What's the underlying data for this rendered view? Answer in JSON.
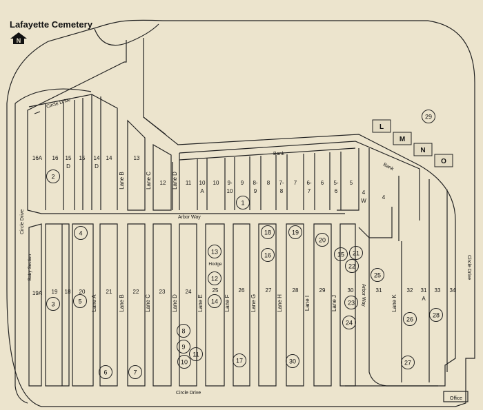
{
  "title": "Lafayette Cemetery",
  "north_icon": "north-arrow-icon",
  "north_label": "N",
  "colors": {
    "background": "#ece4cd",
    "line": "#222222",
    "letter_box": "#e4dcc4"
  },
  "streets": {
    "circle_drive_top": "Circle Drive",
    "circle_drive_left": "Circle Drive",
    "circle_drive_right": "Circle Drive",
    "circle_drive_bottom": "Circle Drive",
    "arbor_way": "Arbor Way",
    "arbor_way_vertical": "Arbor Way",
    "bank_top": "Bank",
    "bank_right": "Bank"
  },
  "section_labels": {
    "s16A": "16A",
    "s16": "16",
    "s15D": "15\nD",
    "s15": "15",
    "s14D": "14\nD",
    "s14": "14",
    "s13": "13",
    "laneB_top": "Lane B",
    "laneC_top": "Lane C",
    "s12": "12",
    "laneD_top": "Lane D",
    "s11": "11",
    "s10A": "10\nA",
    "s10": "10",
    "s9_10": "9-\n10",
    "s9": "9",
    "s8_9": "8-\n9",
    "s8": "8",
    "s7_8": "7-\n8",
    "s7": "7",
    "s6_7": "6-\n7",
    "s6": "6",
    "s5_6": "5-\n6",
    "s5": "5",
    "s4W": "4\nW",
    "s4": "4",
    "baby": "Baby Section",
    "s19A": "19A",
    "s19": "19",
    "s18": "18",
    "s20": "20",
    "laneA": "Lane A",
    "s21": "21",
    "laneB": "Lane B",
    "s22": "22",
    "laneC": "Lane C",
    "s23": "23",
    "laneD": "Lane D",
    "s24": "24",
    "laneE": "Lane E",
    "hodge": "Hodge",
    "s25": "25",
    "laneF": "Lane F",
    "s26": "26",
    "laneG": "Lane G",
    "s27": "27",
    "laneH": "Lane H",
    "s28": "28",
    "laneI": "Lane I",
    "s29": "29",
    "laneJ": "Lane J",
    "s30": "30",
    "s31": "31",
    "laneK": "Lane K",
    "s32": "32",
    "s31A": "31\nA",
    "s33": "33",
    "s34": "34"
  },
  "letter_boxes": [
    "L",
    "M",
    "N",
    "O"
  ],
  "markers": [
    "1",
    "2",
    "3",
    "4",
    "5",
    "6",
    "7",
    "8",
    "9",
    "10",
    "11",
    "12",
    "13",
    "14",
    "15",
    "16",
    "17",
    "18",
    "19",
    "20",
    "21",
    "22",
    "23",
    "24",
    "25",
    "26",
    "27",
    "28",
    "29",
    "30"
  ],
  "office": "Office"
}
